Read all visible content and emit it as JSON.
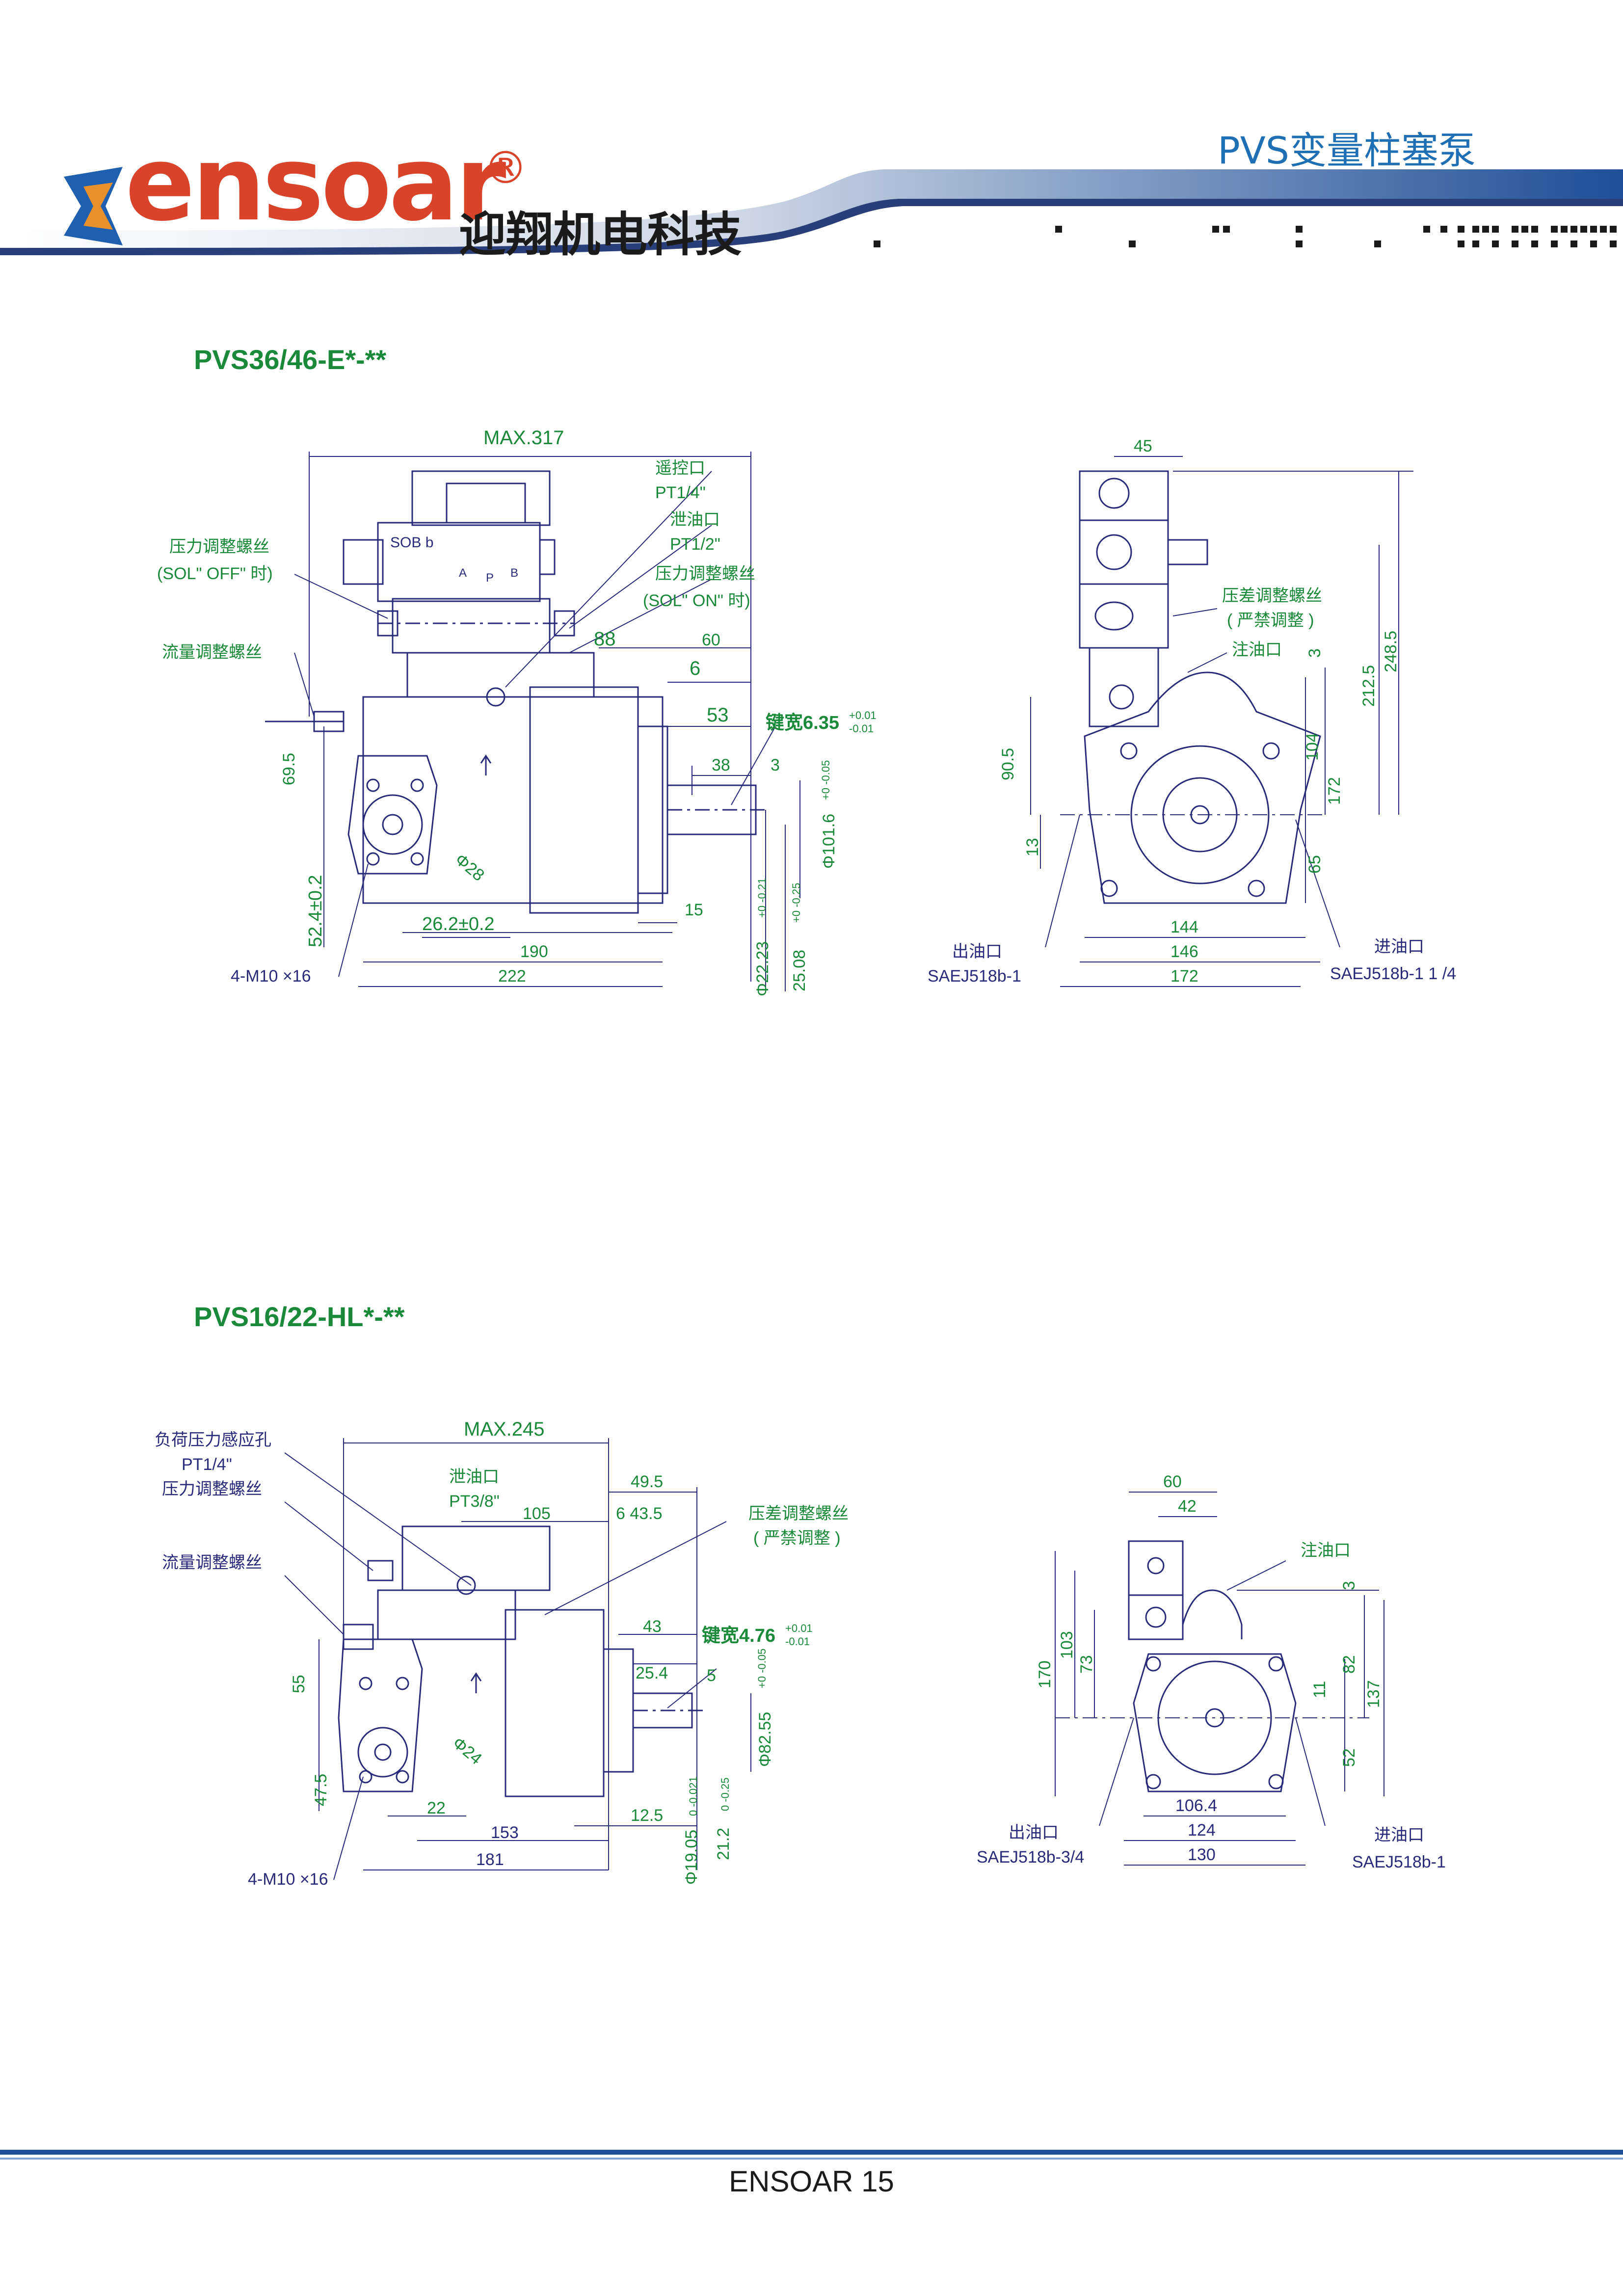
{
  "header": {
    "brand_en": "ensoar",
    "brand_mark": "®",
    "brand_cn": "迎翔机电科技",
    "doc_title": "PVS变量柱塞泵"
  },
  "colors": {
    "accent": "#1f6fb5",
    "brand": "#d8432a",
    "dimension": "#1a8a3a",
    "drawing": "#2a2a7a"
  },
  "section1": {
    "title": "PVS36/46-E*-**",
    "labels": {
      "max": "MAX.317",
      "remote_port": "遥控口",
      "remote_port_size": "PT1/4\"",
      "drain_port": "泄油口",
      "drain_port_size": "PT1/2\"",
      "pressure_screw_on": "压力调整螺丝",
      "sol_on": "(SOL\" ON\" 时)",
      "pressure_screw_off": "压力调整螺丝",
      "sol_off": "(SOL\" OFF\" 时)",
      "flow_screw": "流量调整螺丝",
      "sob": "SOB b",
      "port_a": "A",
      "port_p": "P",
      "port_b": "B",
      "d88": "88",
      "d60": "60",
      "d6": "6",
      "d53": "53",
      "key": "键宽6.35",
      "key_tol_up": "+0.01",
      "key_tol_dn": "-0.01",
      "d38": "38",
      "d3": "3",
      "d69_5": "69.5",
      "d52_4": "52.4±0.2",
      "d28": "Φ28",
      "d26_2": "26.2±0.2",
      "d15": "15",
      "d101_6": "Φ101.6",
      "d101_tol": "+0 -0.05",
      "d190": "190",
      "d222": "222",
      "bolts": "4-M10 ×16",
      "d22_23": "Φ22.23",
      "d22_tol": "+0 -0.21",
      "d25_08": "25.08",
      "d25_tol": "+0 -0.25",
      "d45": "45",
      "diff_screw": "压差调整螺丝",
      "no_adjust": "( 严禁调整 )",
      "fill_port": "注油口",
      "d3b": "3",
      "d248_5": "248.5",
      "d212_5": "212.5",
      "d90_5": "90.5",
      "d104": "104",
      "d172v": "172",
      "d13": "13",
      "d65": "65",
      "d144": "144",
      "d146": "146",
      "d172h": "172",
      "outlet": "出油口",
      "outlet_spec": "SAEJ518b-1",
      "inlet": "进油口",
      "inlet_spec": "SAEJ518b-1 1  /4"
    }
  },
  "section2": {
    "title": "PVS16/22-HL*-**",
    "labels": {
      "max": "MAX.245",
      "load_port": "负荷压力感应孔",
      "load_port_size": "PT1/4\"",
      "pressure_screw": "压力调整螺丝",
      "flow_screw": "流量调整螺丝",
      "drain_port": "泄油口",
      "drain_port_size": "PT3/8\"",
      "d49_5": "49.5",
      "d105": "105",
      "d6_43_5": "6 43.5",
      "diff_screw": "压差调整螺丝",
      "no_adjust": "( 严禁调整 )",
      "d43": "43",
      "key": "键宽4.76",
      "key_tol_up": "+0.01",
      "key_tol_dn": "-0.01",
      "d25_4": "25.4",
      "d5": "5",
      "d55": "55",
      "d24": "Φ24",
      "d82_55": "Φ82.55",
      "d82_tol": "+0 -0.05",
      "d47_5": "47.5",
      "d22": "22",
      "d12_5": "12.5",
      "d153": "153",
      "d181": "181",
      "bolts": "4-M10 ×16",
      "d19_05": "Φ19.05",
      "d19_tol": "0 -0.021",
      "d21_2": "21.2",
      "d21_tol": "0 -0.25",
      "d60": "60",
      "d42": "42",
      "fill_port": "注油口",
      "d3": "3",
      "d170": "170",
      "d103": "103",
      "d73": "73",
      "d82": "82",
      "d11": "11",
      "d137": "137",
      "d52": "52",
      "d106_4": "106.4",
      "d124": "124",
      "d130": "130",
      "outlet": "出油口",
      "outlet_spec": "SAEJ518b-3/4",
      "inlet": "进油口",
      "inlet_spec": "SAEJ518b-1"
    }
  },
  "footer": {
    "text": "ENSOAR  15"
  }
}
